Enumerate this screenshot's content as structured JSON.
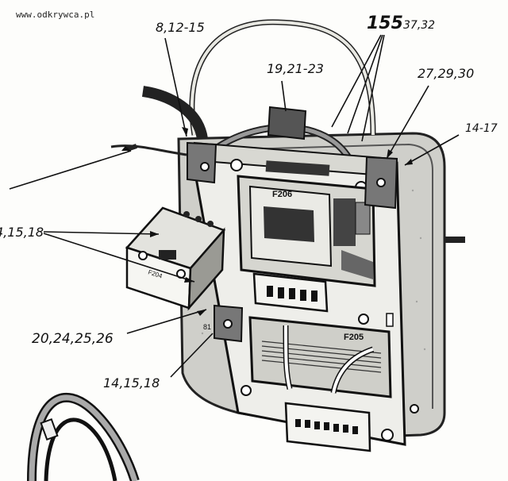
{
  "watermark": "www.odkrywca.pl",
  "callouts": {
    "top_left": "8,12-15",
    "top_big": "155",
    "top_small": "37,32",
    "top_mid": "19,21-23",
    "top_right": "27,29,30",
    "right": "14-17",
    "left": "4,15,18",
    "bottom_left": "20,24,25,26",
    "bottom": "14,15,18"
  },
  "module_labels": {
    "upper_box": "F206",
    "lower_box": "F205",
    "side_box": "F204",
    "small_mark": "81"
  }
}
